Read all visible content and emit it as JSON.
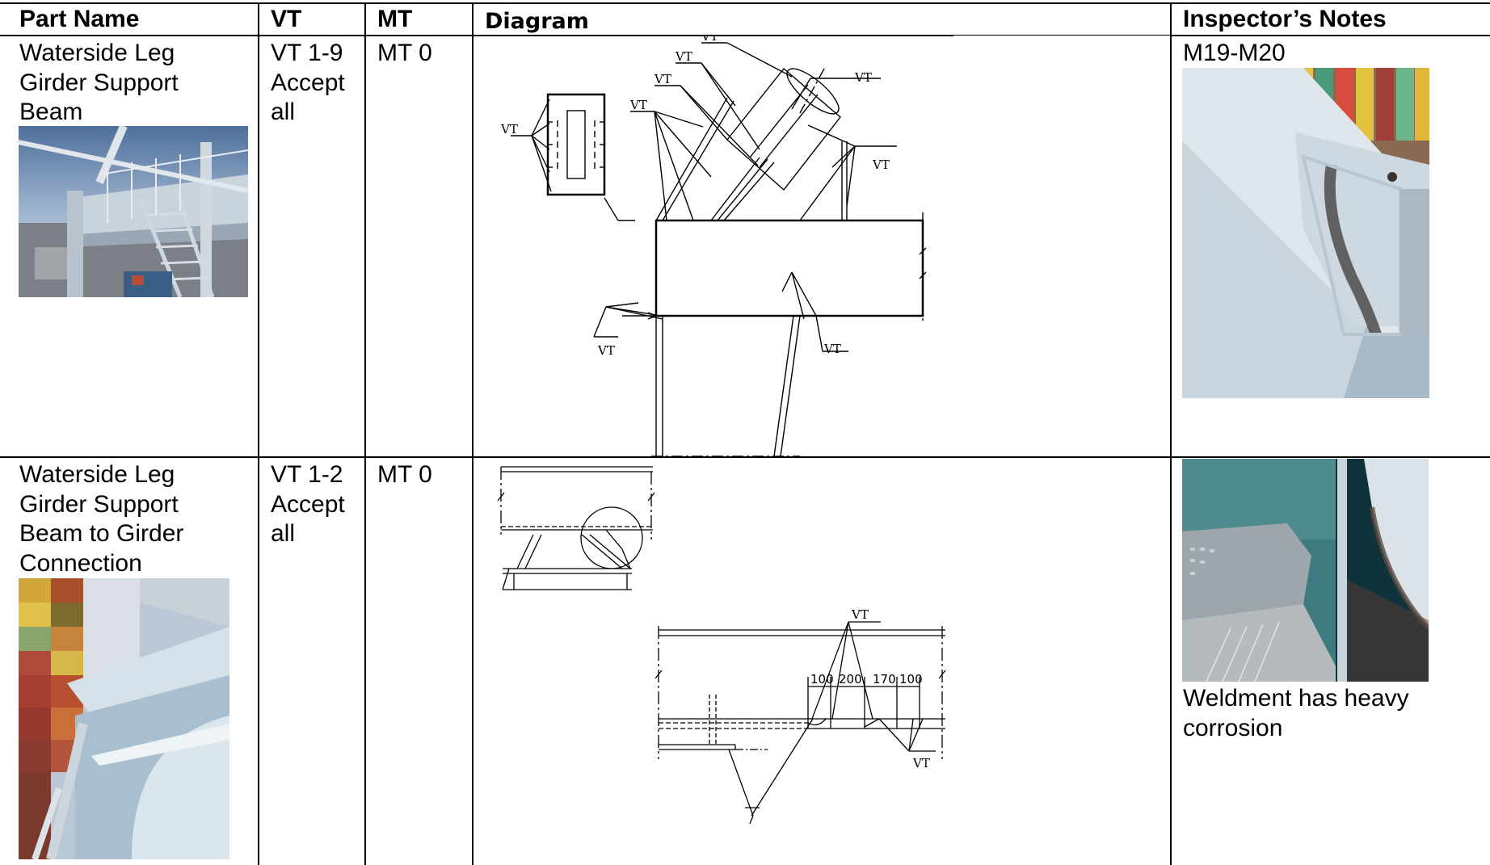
{
  "table": {
    "headers": {
      "part_name": "Part Name",
      "vt": "VT",
      "mt": "MT",
      "diagram": "Diagram",
      "notes": "Inspector’s Notes"
    },
    "rows": [
      {
        "part_name": "Waterside Leg\nGirder Support\nBeam",
        "vt": "VT 1-9\nAccept\nall",
        "mt": "MT 0",
        "notes": "M19-M20"
      },
      {
        "part_name": "Waterside Leg\nGirder Support\nBeam to Girder\nConnection",
        "vt": "VT 1-2\nAccept\nall",
        "mt": "MT 0",
        "notes": "Weldment has heavy\ncorrosion"
      }
    ]
  },
  "diagram_labels": {
    "vt": "VT",
    "dims": [
      "100",
      "200",
      "170",
      "100"
    ]
  }
}
